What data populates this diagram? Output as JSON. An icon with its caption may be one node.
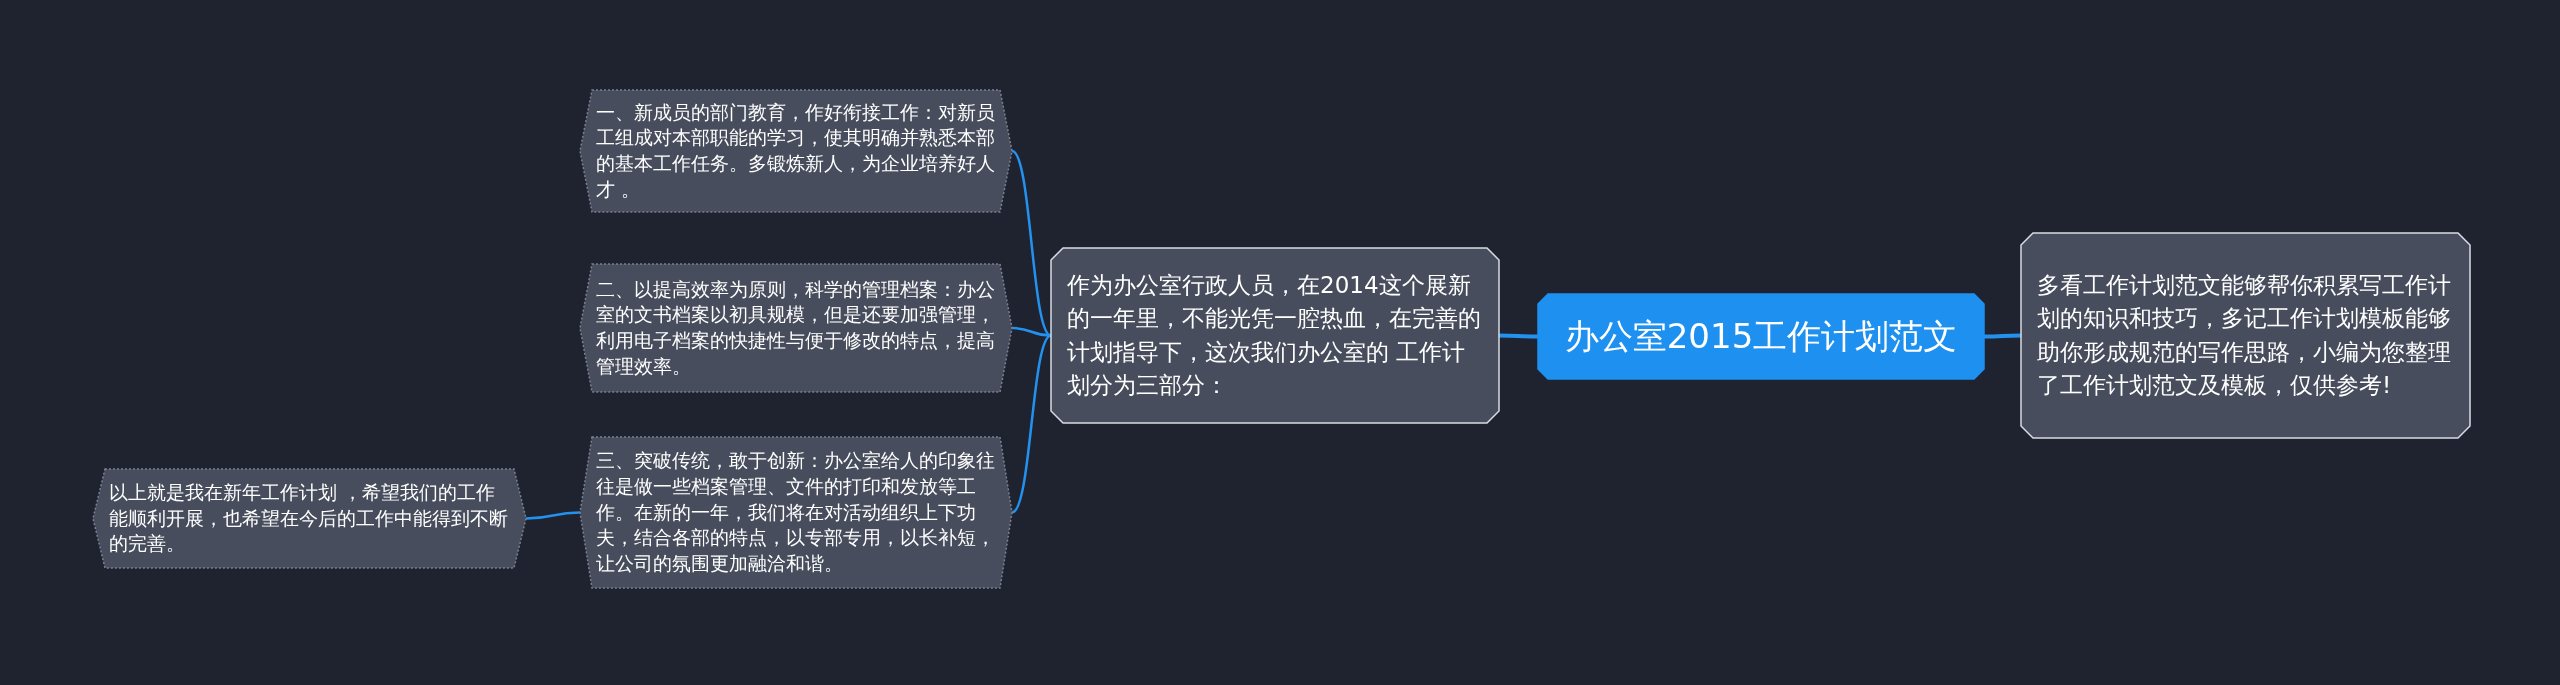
{
  "diagram": {
    "nodes": [
      {
        "text": [
          "办公室2015工作计划范文"
        ]
      },
      {
        "text": [
          "多看工作计划范文能够帮你积累写工作计划的知识和技巧，多记工作计划模板能够助你形成规范的写作思路，小编为您整理了工作计划范文及模板，仅供参考!"
        ]
      },
      {
        "text": [
          "作为办公室行政人员，在2014这个展新的一年里，不能光凭一腔热血，在完善的计划指导下，这次我们办公室的 工作计划分为三部分："
        ]
      },
      {
        "text": [
          "一、新成员的部门教育，作好衔接工作：对新员工组成对本部职能的学习，使其明确并熟悉本部的基本工作任务。多锻炼新人，为企业培养好人才 。"
        ]
      },
      {
        "text": [
          "二、以提高效率为原则，科学的管理档案：办公室的文书档案以初具规模，但是还要加强管理，利用电子档案的快捷性与便于修改的特点，提高管理效率。"
        ]
      },
      {
        "text": [
          "三、突破传统，敢于创新：办公室给人的印象往往是做一些档案管理、文件的打印和发放等工作。在新的一年，我们将在对活动组织上下功夫，结合各部的特点，以专部专用，以长补短，让公司的氛围更加融洽和谐。"
        ]
      },
      {
        "text": [
          "以上就是我在新年工作计划 ，希望我们的工作能顺利开展，也希望在今后的工作中能得到不断的完善。"
        ]
      }
    ],
    "edges": [
      {
        "from": 0,
        "to": 1,
        "arrow": "none"
      },
      {
        "from": 0,
        "to": 2,
        "arrow": "none"
      },
      {
        "from": 2,
        "to": 3,
        "arrow": "none"
      },
      {
        "from": 2,
        "to": 4,
        "arrow": "none"
      },
      {
        "from": 2,
        "to": 5,
        "arrow": "none"
      },
      {
        "from": 5,
        "to": 6,
        "arrow": "none"
      }
    ]
  }
}
